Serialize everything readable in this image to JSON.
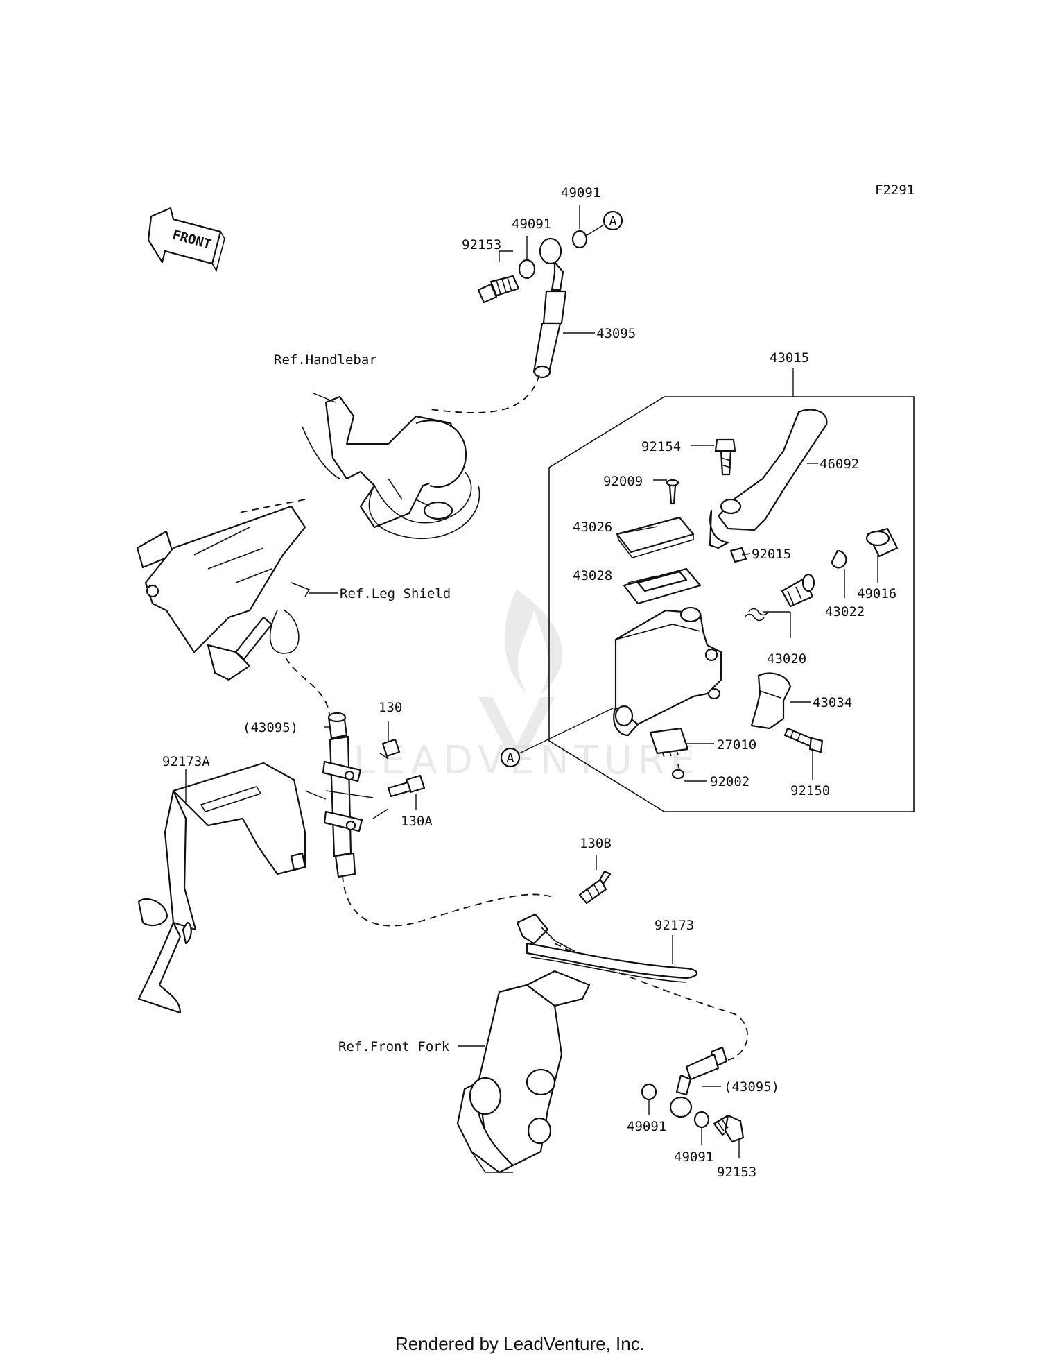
{
  "diagram_code": "F2291",
  "front_label": "FRONT",
  "watermark": "LEADVENTURE",
  "callout_a": "A",
  "labels": {
    "p49091_a": "49091",
    "p49091_b": "49091",
    "p49091_c": "49091",
    "p49091_d": "49091",
    "p92153_a": "92153",
    "p92153_b": "92153",
    "p43095": "43095",
    "p43095_ref_a": "(43095)",
    "p43095_ref_b": "(43095)",
    "ref_handlebar": "Ref.Handlebar",
    "ref_leg_shield": "Ref.Leg Shield",
    "ref_front_fork": "Ref.Front Fork",
    "p43015": "43015",
    "p92154": "92154",
    "p46092": "46092",
    "p92009": "92009",
    "p43026": "43026",
    "p43028": "43028",
    "p92015": "92015",
    "p49016": "49016",
    "p43022": "43022",
    "p43020": "43020",
    "p43034": "43034",
    "p27010": "27010",
    "p92002": "92002",
    "p92150": "92150",
    "p130": "130",
    "p130a": "130A",
    "p130b": "130B",
    "p92173a": "92173A",
    "p92173": "92173"
  },
  "footer": "Rendered by LeadVenture, Inc."
}
